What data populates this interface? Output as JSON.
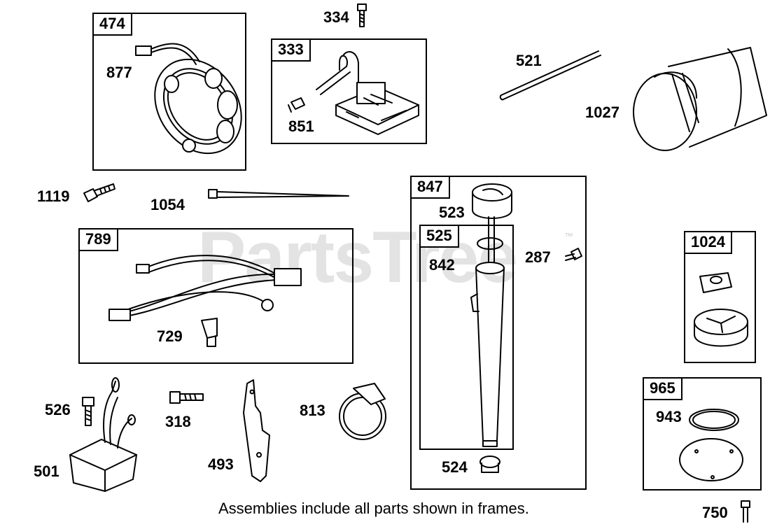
{
  "watermark": {
    "text": "PartsTree",
    "trademark": "™"
  },
  "footer_note": "Assemblies include all parts shown in frames.",
  "frames": {
    "f474": "474",
    "f333": "333",
    "f789": "789",
    "f847": "847",
    "f525": "525",
    "f1024": "1024",
    "f965": "965"
  },
  "parts": {
    "p334": "334",
    "p877": "877",
    "p851": "851",
    "p521": "521",
    "p1027": "1027",
    "p1119": "1119",
    "p1054": "1054",
    "p523": "523",
    "p842": "842",
    "p287": "287",
    "p729": "729",
    "p526": "526",
    "p318": "318",
    "p813": "813",
    "p501": "501",
    "p493": "493",
    "p524": "524",
    "p943": "943",
    "p750": "750"
  },
  "icons": [
    "stator-coil-icon",
    "ignition-module-icon",
    "bolt-icon",
    "tube-icon",
    "oil-filter-icon",
    "cable-tie-icon",
    "wire-harness-icon",
    "dipstick-icon",
    "oil-pump-rotor-icon",
    "gasket-icon",
    "rectifier-icon",
    "bracket-icon",
    "hose-clamp-icon"
  ]
}
